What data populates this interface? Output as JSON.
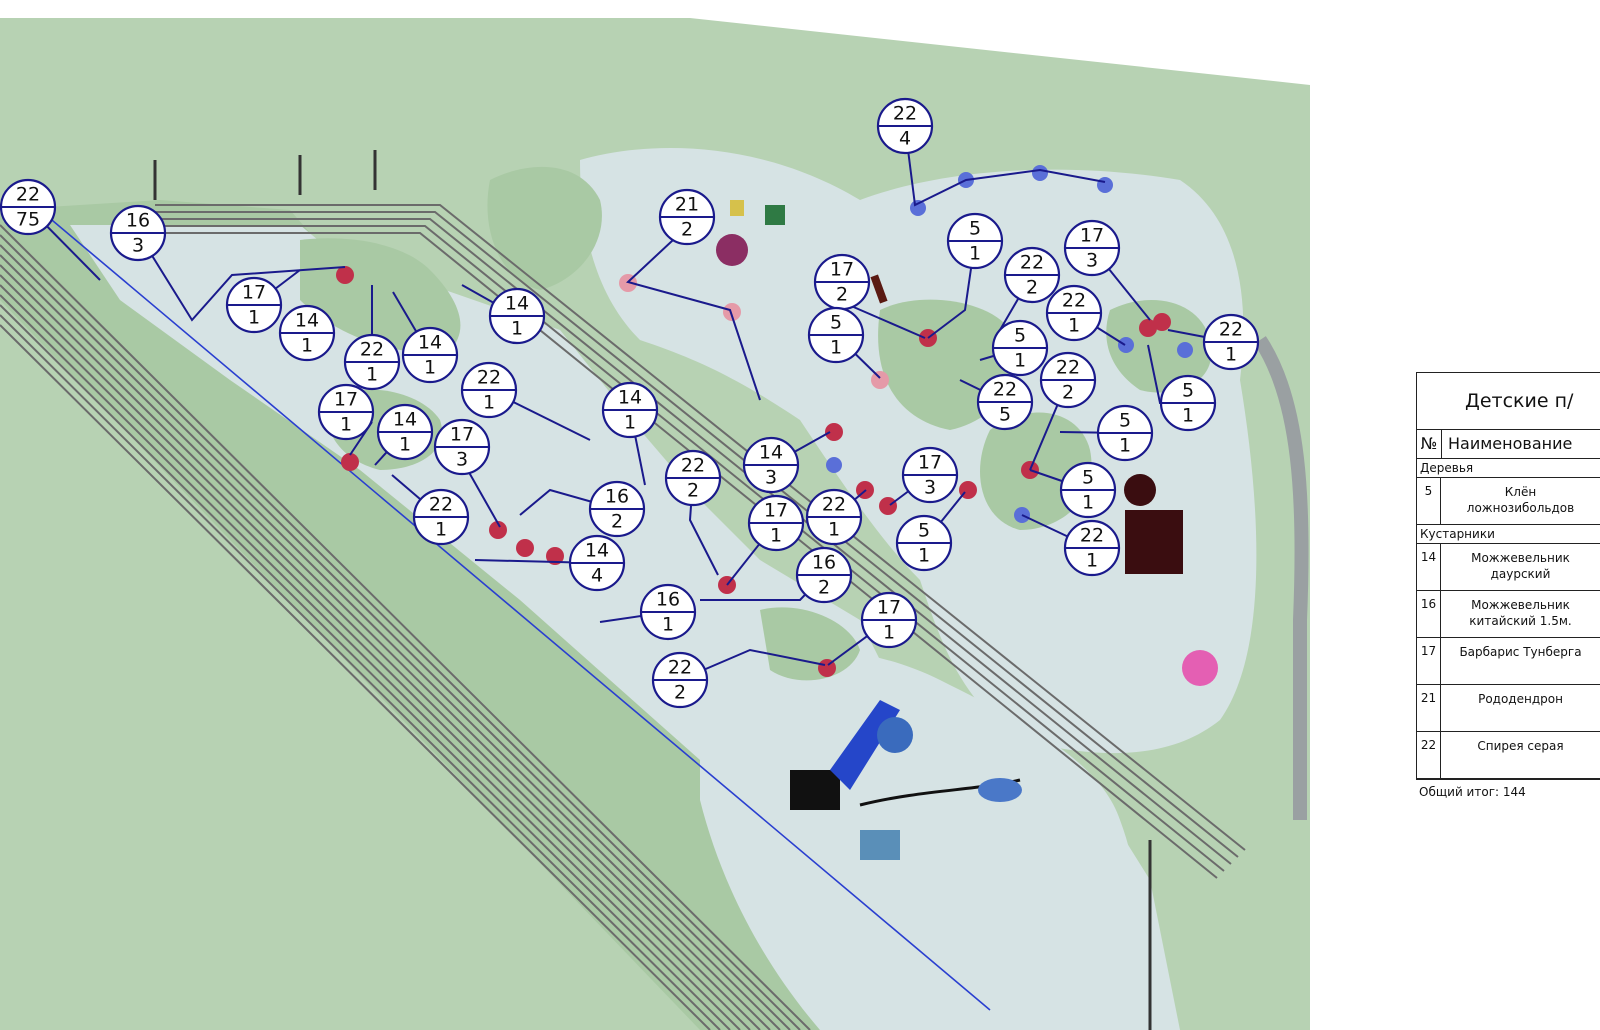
{
  "legend": {
    "title": "Детские п/",
    "columns": {
      "num": "№",
      "name": "Наименование"
    },
    "groups": [
      {
        "label": "Деревья",
        "items": [
          {
            "num": "5",
            "name": "Клён\nложнозибольдов"
          }
        ]
      },
      {
        "label": "Кустарники",
        "items": [
          {
            "num": "14",
            "name": "Можжевельник\nдаурский"
          },
          {
            "num": "16",
            "name": "Можжевельник\nкитайский 1.5м."
          },
          {
            "num": "17",
            "name": "Барбарис Тунберга"
          },
          {
            "num": "21",
            "name": "Рододендрон"
          },
          {
            "num": "22",
            "name": "Спирея серая"
          }
        ]
      }
    ],
    "total": "Общий итог: 144"
  },
  "callouts": [
    {
      "top": "22",
      "bottom": "75"
    },
    {
      "top": "16",
      "bottom": "3"
    },
    {
      "top": "17",
      "bottom": "1"
    },
    {
      "top": "14",
      "bottom": "1"
    },
    {
      "top": "22",
      "bottom": "1"
    },
    {
      "top": "14",
      "bottom": "1"
    },
    {
      "top": "14",
      "bottom": "1"
    },
    {
      "top": "17",
      "bottom": "1"
    },
    {
      "top": "14",
      "bottom": "1"
    },
    {
      "top": "22",
      "bottom": "1"
    },
    {
      "top": "17",
      "bottom": "3"
    },
    {
      "top": "22",
      "bottom": "1"
    },
    {
      "top": "14",
      "bottom": "1"
    },
    {
      "top": "16",
      "bottom": "2"
    },
    {
      "top": "14",
      "bottom": "4"
    },
    {
      "top": "22",
      "bottom": "2"
    },
    {
      "top": "14",
      "bottom": "3"
    },
    {
      "top": "17",
      "bottom": "1"
    },
    {
      "top": "22",
      "bottom": "1"
    },
    {
      "top": "16",
      "bottom": "2"
    },
    {
      "top": "16",
      "bottom": "1"
    },
    {
      "top": "22",
      "bottom": "2"
    },
    {
      "top": "17",
      "bottom": "1"
    },
    {
      "top": "21",
      "bottom": "2"
    },
    {
      "top": "22",
      "bottom": "4"
    },
    {
      "top": "17",
      "bottom": "2"
    },
    {
      "top": "5",
      "bottom": "1"
    },
    {
      "top": "5",
      "bottom": "1"
    },
    {
      "top": "22",
      "bottom": "2"
    },
    {
      "top": "17",
      "bottom": "3"
    },
    {
      "top": "22",
      "bottom": "1"
    },
    {
      "top": "22",
      "bottom": "1"
    },
    {
      "top": "5",
      "bottom": "1"
    },
    {
      "top": "22",
      "bottom": "2"
    },
    {
      "top": "22",
      "bottom": "5"
    },
    {
      "top": "5",
      "bottom": "1"
    },
    {
      "top": "5",
      "bottom": "1"
    },
    {
      "top": "17",
      "bottom": "3"
    },
    {
      "top": "5",
      "bottom": "1"
    },
    {
      "top": "5",
      "bottom": "1"
    },
    {
      "top": "22",
      "bottom": "1"
    }
  ],
  "colors": {
    "lawn": "#a9c9a4",
    "light_lawn": "#d4e6d2",
    "paving": "#d6e3e4",
    "track": "#6b6b6b",
    "callout_line": "#1a1a8c",
    "planting_red": "#c0304a",
    "planting_blue": "#5a6fd8"
  }
}
